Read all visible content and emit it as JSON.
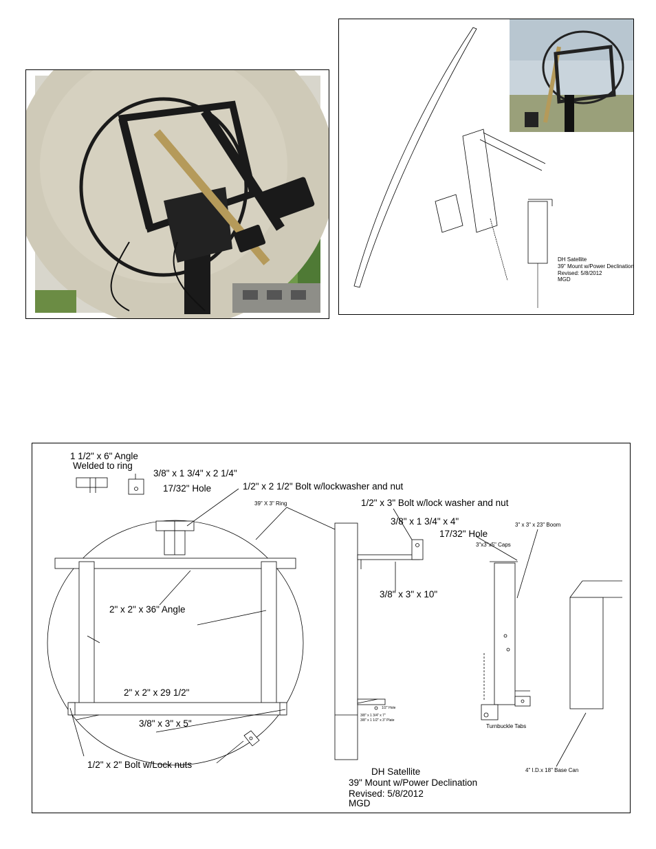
{
  "sketch": {
    "title_block": {
      "line1": "DH Satellite",
      "line2": "39\" Mount w/Power Declination",
      "line3": "Revised: 5/8/2012",
      "line4": "MGD"
    }
  },
  "drawing": {
    "labels": {
      "angle_6": "1 1/2\" x 6\" Angle",
      "welded": "Welded to ring",
      "plate_small": "3/8\" x 1 3/4\" x 2 1/4\"",
      "hole_1": "17/32\" Hole",
      "bolt_2_5": "1/2\" x 2 1/2\" Bolt w/lockwasher and nut",
      "ring": "39\" X 3\" Ring",
      "bolt_3": "1/2\" x 3\" Bolt w/lock washer and nut",
      "plate_4": "3/8\" x 1 3/4\" x 4\"",
      "hole_2": "17/32\" Hole",
      "boom": "3\" x 3\" x 23\" Boom",
      "caps": "3\"x3\"x5\" Caps",
      "plate_10": "3/8\" x 3\" x 10\"",
      "angle_36": "2\" x 2\" x 36\" Angle",
      "angle_29": "2\" x 2\" x 29 1/2\"",
      "plate_5": "3/8\" x 3\" x 5\"",
      "bolt_lock": "1/2\" x 2\" Bolt w/Lock nuts",
      "hole_small": "1/2\" Hole",
      "plate_7": "3/8\" x 1 3/4\" x 7\"",
      "plate_3": "3/8\" x 1 1/2\" x 3\" Plate",
      "turnbuckle": "Turnbuckle Tabs",
      "base_can": "4\" I.D.x 18\" Base Can"
    },
    "title_block": {
      "line1": "DH Satellite",
      "line2": "39\" Mount w/Power Declination",
      "line3": "Revised: 5/8/2012",
      "line4": "MGD"
    }
  },
  "colors": {
    "dish": "#cfcab8",
    "foliage": "#6f9a4a",
    "sky": "#c9d4dc",
    "steel": "#1a1a1a",
    "brass": "#b59a5a"
  }
}
